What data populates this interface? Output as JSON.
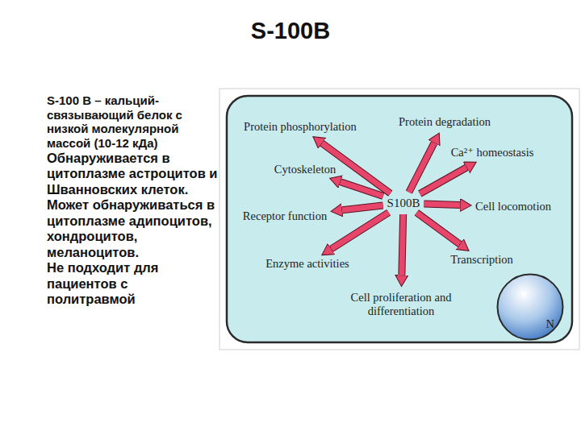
{
  "diagram": {
    "title": "S-100B",
    "nodes": [
      {
        "text": [
          "S100B"
        ]
      },
      {
        "text": [
          "Protein phosphorylation"
        ]
      },
      {
        "text": [
          "Protein degradation"
        ]
      },
      {
        "text": [
          "Ca²⁺ homeostasis"
        ]
      },
      {
        "text": [
          "Cytoskeleton"
        ]
      },
      {
        "text": [
          "Cell locomotion"
        ]
      },
      {
        "text": [
          "Receptor function"
        ]
      },
      {
        "text": [
          "Transcription"
        ]
      },
      {
        "text": [
          "Enzyme activities"
        ]
      },
      {
        "text": [
          "Cell proliferation and differentiation"
        ]
      },
      {
        "text": [
          "N"
        ]
      }
    ],
    "edges": [
      {
        "from": 0,
        "to": 1,
        "arrow": "to"
      },
      {
        "from": 0,
        "to": 2,
        "arrow": "to"
      },
      {
        "from": 0,
        "to": 3,
        "arrow": "to"
      },
      {
        "from": 0,
        "to": 4,
        "arrow": "to"
      },
      {
        "from": 0,
        "to": 5,
        "arrow": "to"
      },
      {
        "from": 0,
        "to": 6,
        "arrow": "to"
      },
      {
        "from": 0,
        "to": 7,
        "arrow": "to"
      },
      {
        "from": 0,
        "to": 8,
        "arrow": "to"
      },
      {
        "from": 0,
        "to": 9,
        "arrow": "to"
      }
    ],
    "labels": [
      "S-100 B – кальций-связывающий белок с низкой молекулярной массой (10-12 кДа)",
      "Обнаруживается в цитоплазме астроцитов и Шванновских клеток.",
      "Может обнаруживаться в цитоплазме адипоцитов, хондроцитов, меланоцитов.",
      "Не подходит для пациентов с политравмой"
    ]
  }
}
